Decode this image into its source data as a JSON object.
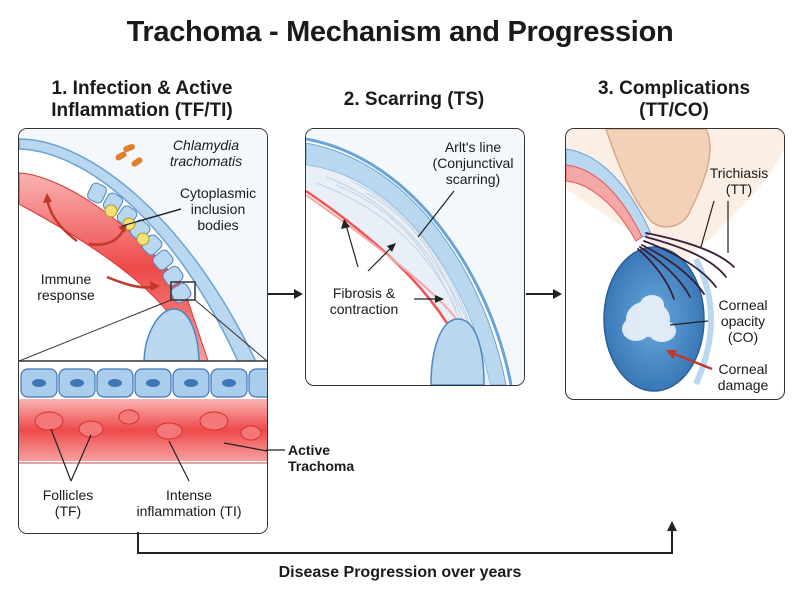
{
  "title": "Trachoma - Mechanism and Progression",
  "panels": [
    {
      "title_line1": "1. Infection & Active",
      "title_line2": "Inflammation (TF/TI)"
    },
    {
      "title_line1": "2. Scarring (TS)"
    },
    {
      "title_line1": "3. Complications",
      "title_line2": "(TT/CO)"
    }
  ],
  "panel1": {
    "pathogen_line1": "Chlamydia",
    "pathogen_line2": "trachomatis",
    "inclusion_line1": "Cytoplasmic",
    "inclusion_line2": "inclusion",
    "inclusion_line3": "bodies",
    "immune_line1": "Immune",
    "immune_line2": "response",
    "follicles_line1": "Follicles",
    "follicles_line2": "(TF)",
    "inflammation_line1": "Intense",
    "inflammation_line2": "inflammation (TI)",
    "active_line1": "Active",
    "active_line2": "Trachoma"
  },
  "panel2": {
    "arlt_line1": "Arlt's line",
    "arlt_line2": "(Conjunctival",
    "arlt_line3": "scarring)",
    "fibrosis_line1": "Fibrosis &",
    "fibrosis_line2": "contraction"
  },
  "panel3": {
    "trichiasis_line1": "Trichiasis",
    "trichiasis_line2": "(TT)",
    "opacity_line1": "Corneal",
    "opacity_line2": "opacity",
    "opacity_line3": "(CO)",
    "damage_line1": "Corneal",
    "damage_line2": "damage"
  },
  "progression_label": "Disease Progression over years",
  "colors": {
    "epithelium": "#a9cdea",
    "cell_nucleus": "#3f76b7",
    "inflamed_tissue": "#ee3b3b",
    "inflamed_light": "#f7a3a3",
    "bacteria": "#e0802a",
    "cornea": "#4f93cf",
    "skin": "#f2d1b8",
    "arrow_red": "#c0392b",
    "arrow_dark": "#222222"
  },
  "icons": [
    "chlamydia-bacteria-icon",
    "inclusion-body-icon",
    "eyelash-icon"
  ]
}
